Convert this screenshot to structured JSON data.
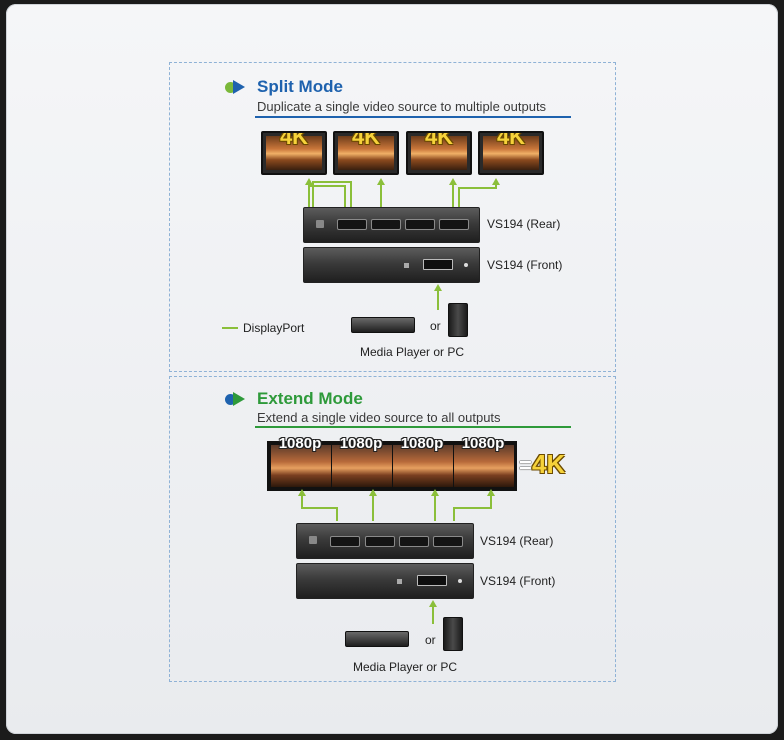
{
  "split": {
    "title": "Split Mode",
    "subtitle": "Duplicate a single video source to multiple outputs",
    "monitor_badge": "4K",
    "rear_label": "VS194 (Rear)",
    "front_label": "VS194 (Front)",
    "legend": "DisplayPort",
    "or_label": "or",
    "source_label": "Media Player or PC",
    "color": "#1e62ae"
  },
  "extend": {
    "title": "Extend Mode",
    "subtitle": "Extend a single video source to all outputs",
    "resolutions": [
      "1080p",
      "1080p",
      "1080p",
      "1080p"
    ],
    "equals": "=",
    "result_badge": "4K",
    "rear_label": "VS194 (Rear)",
    "front_label": "VS194 (Front)",
    "or_label": "or",
    "source_label": "Media Player or PC",
    "color": "#2e9a3a"
  },
  "colors": {
    "connection": "#8bbf3a",
    "panel_border": "#8fb2d6",
    "badge": "#f6d23a"
  }
}
